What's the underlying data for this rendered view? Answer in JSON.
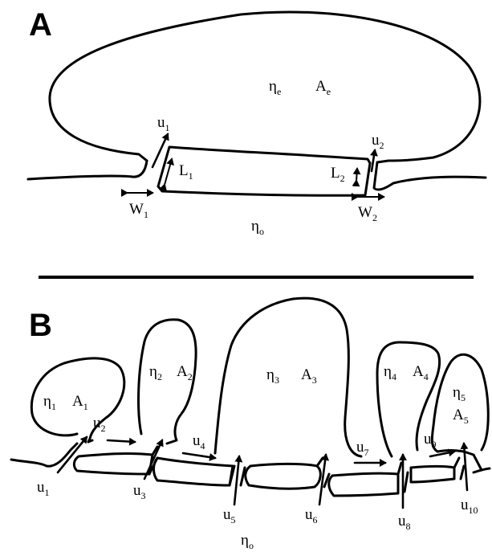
{
  "panel_a": {
    "letter": "A",
    "eta_e": {
      "base": "η",
      "sub": "e"
    },
    "area_e": {
      "base": "A",
      "sub": "e"
    },
    "u1": {
      "base": "u",
      "sub": "1"
    },
    "u2": {
      "base": "u",
      "sub": "2"
    },
    "L1": {
      "base": "L",
      "sub": "1"
    },
    "L2": {
      "base": "L",
      "sub": "2"
    },
    "W1": {
      "base": "W",
      "sub": "1"
    },
    "W2": {
      "base": "W",
      "sub": "2"
    },
    "eta_o": {
      "base": "η",
      "sub": "o"
    }
  },
  "panel_b": {
    "letter": "B",
    "eta1": {
      "base": "η",
      "sub": "1"
    },
    "A1": {
      "base": "A",
      "sub": "1"
    },
    "eta2": {
      "base": "η",
      "sub": "2"
    },
    "A2": {
      "base": "A",
      "sub": "2"
    },
    "eta3": {
      "base": "η",
      "sub": "3"
    },
    "A3": {
      "base": "A",
      "sub": "3"
    },
    "eta4": {
      "base": "η",
      "sub": "4"
    },
    "A4": {
      "base": "A",
      "sub": "4"
    },
    "eta5": {
      "base": "η",
      "sub": "5"
    },
    "A5": {
      "base": "A",
      "sub": "5"
    },
    "u1": {
      "base": "u",
      "sub": "1"
    },
    "u2": {
      "base": "u",
      "sub": "2"
    },
    "u3": {
      "base": "u",
      "sub": "3"
    },
    "u4": {
      "base": "u",
      "sub": "4"
    },
    "u5": {
      "base": "u",
      "sub": "5"
    },
    "u6": {
      "base": "u",
      "sub": "6"
    },
    "u7": {
      "base": "u",
      "sub": "7"
    },
    "u8": {
      "base": "u",
      "sub": "8"
    },
    "u9": {
      "base": "u",
      "sub": "9"
    },
    "u10": {
      "base": "u",
      "sub": "10"
    },
    "eta_o": {
      "base": "η",
      "sub": "o"
    }
  },
  "colors": {
    "ink": "#000000",
    "background": "#ffffff"
  }
}
